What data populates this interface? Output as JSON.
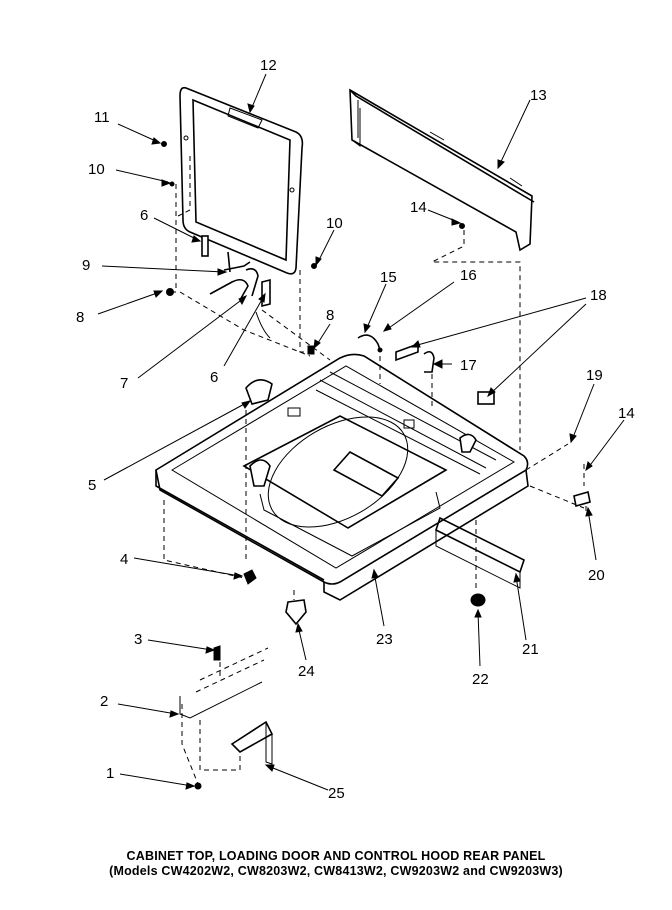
{
  "caption": {
    "line1": "CABINET TOP, LOADING DOOR AND CONTROL HOOD REAR PANEL",
    "line2": "(Models CW4202W2, CW8203W2, CW8413W2, CW9203W2 and CW9203W3)"
  },
  "callouts": [
    "12",
    "13",
    "11",
    "10",
    "6",
    "10",
    "14",
    "9",
    "15",
    "16",
    "18",
    "8",
    "8",
    "17",
    "7",
    "6",
    "19",
    "14",
    "5",
    "20",
    "4",
    "21",
    "23",
    "24",
    "22",
    "3",
    "2",
    "1",
    "25"
  ]
}
